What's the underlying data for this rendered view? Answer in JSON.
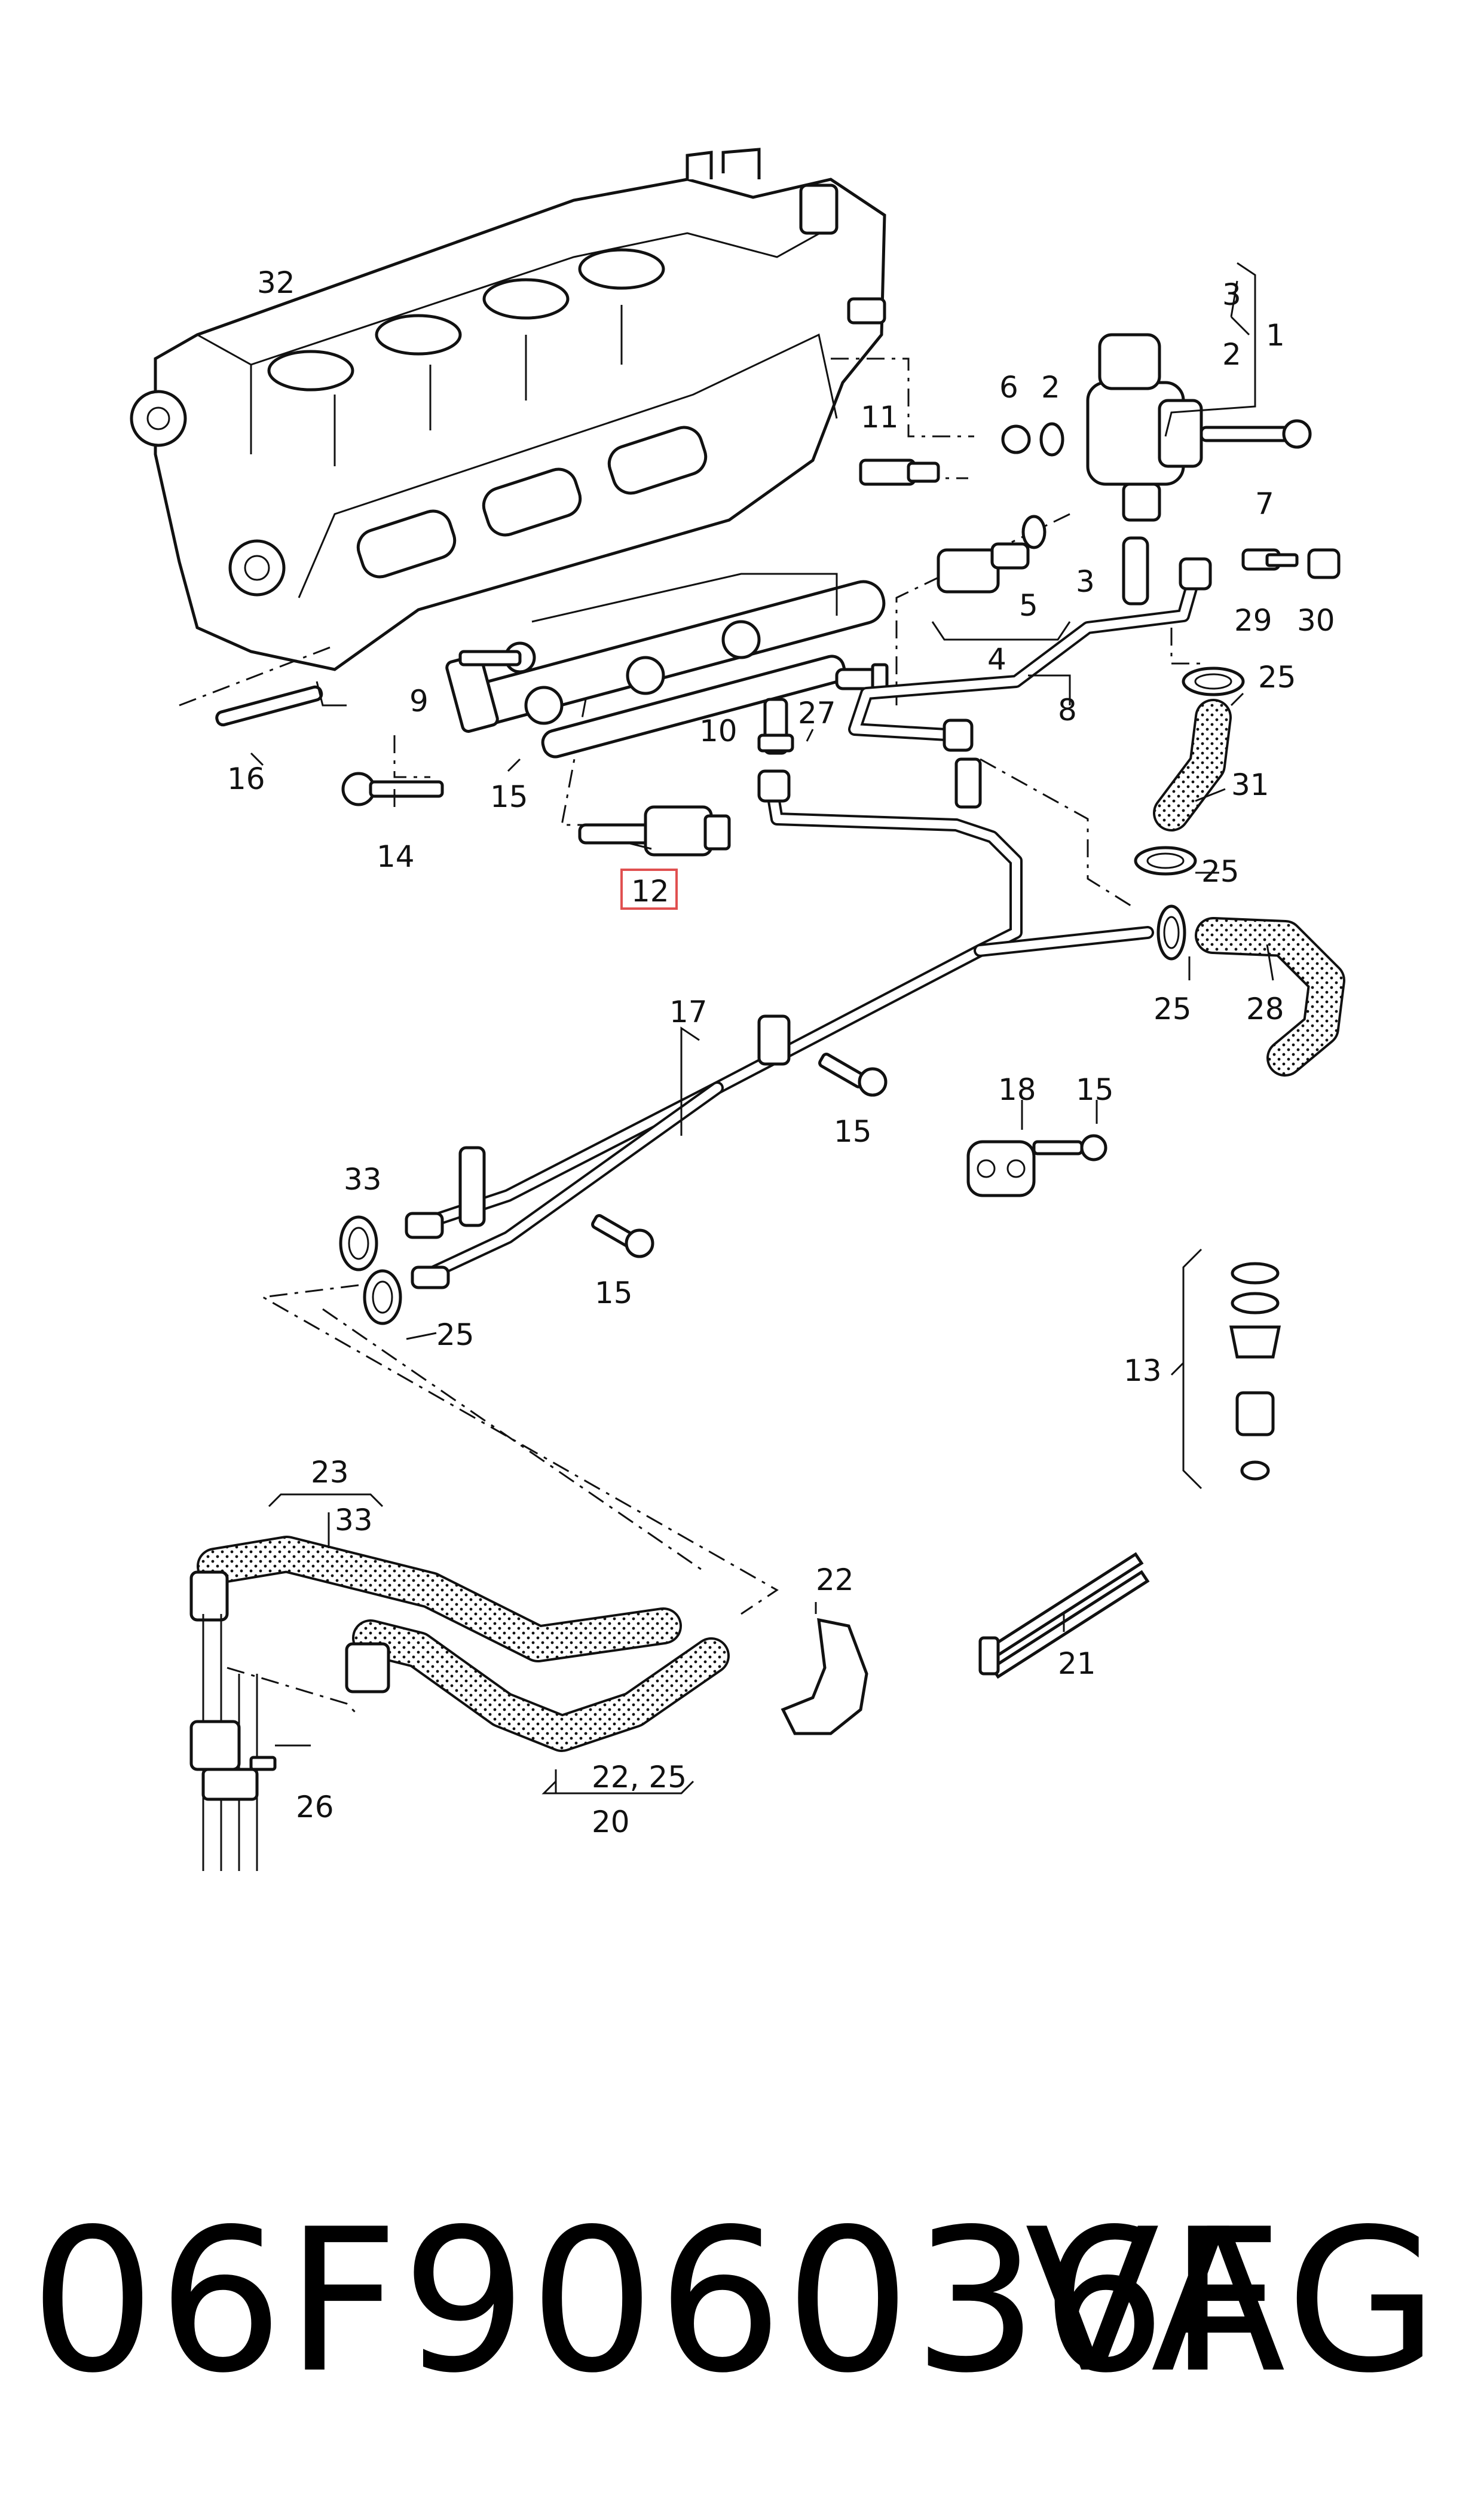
{
  "diagram": {
    "highlight_color": "#e05050",
    "labels": {
      "l1": "1",
      "l2a": "2",
      "l2b": "2",
      "l3a": "3",
      "l3b": "3",
      "l4": "4",
      "l5": "5",
      "l6": "6",
      "l7": "7",
      "l8": "8",
      "l9": "9",
      "l10": "10",
      "l11": "11",
      "l12": "12",
      "l13": "13",
      "l14": "14",
      "l15a": "15",
      "l15b": "15",
      "l15c": "15",
      "l15d": "15",
      "l16": "16",
      "l17": "17",
      "l18": "18",
      "l20": "20",
      "l21": "21",
      "l22": "22",
      "l2225": "22, 25",
      "l23": "23",
      "l25a": "25",
      "l25b": "25",
      "l25c": "25",
      "l25d": "25",
      "l26": "26",
      "l27": "27",
      "l28": "28",
      "l29": "29",
      "l30": "30",
      "l31": "31",
      "l32": "32",
      "l33a": "33",
      "l33b": "33"
    }
  },
  "footer": {
    "part_number": "06F906036F",
    "brand": "VAG"
  }
}
